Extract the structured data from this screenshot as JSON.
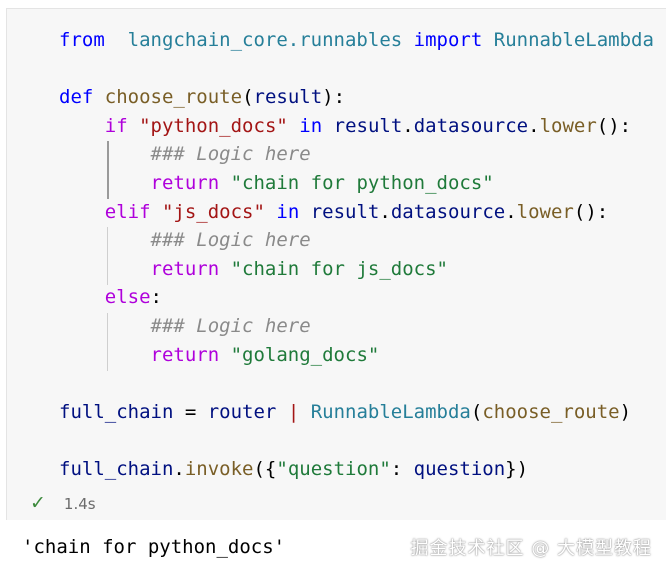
{
  "code": {
    "lines": [
      [
        [
          "kw",
          "from"
        ],
        [
          "",
          "  "
        ],
        [
          "cls",
          "langchain_core.runnables"
        ],
        [
          "",
          " "
        ],
        [
          "kw",
          "import"
        ],
        [
          "",
          " "
        ],
        [
          "cls",
          "RunnableLambda"
        ]
      ],
      [],
      [
        [
          "kw",
          "def"
        ],
        [
          "",
          " "
        ],
        [
          "fn",
          "choose_route"
        ],
        [
          "",
          "("
        ],
        [
          "var",
          "result"
        ],
        [
          "",
          "):"
        ]
      ],
      [
        [
          "",
          "    "
        ],
        [
          "kwp",
          "if"
        ],
        [
          "",
          " "
        ],
        [
          "str",
          "\"python_docs\""
        ],
        [
          "",
          " "
        ],
        [
          "kw",
          "in"
        ],
        [
          "",
          " "
        ],
        [
          "var",
          "result"
        ],
        [
          "",
          "."
        ],
        [
          "var",
          "datasource"
        ],
        [
          "",
          "."
        ],
        [
          "fn",
          "lower"
        ],
        [
          "",
          "():"
        ]
      ],
      [
        [
          "",
          "        "
        ],
        [
          "cmt",
          "### Logic here"
        ]
      ],
      [
        [
          "",
          "        "
        ],
        [
          "kwp",
          "return"
        ],
        [
          "",
          " "
        ],
        [
          "str2",
          "\"chain for python_docs\""
        ]
      ],
      [
        [
          "",
          "    "
        ],
        [
          "kwp",
          "elif"
        ],
        [
          "",
          " "
        ],
        [
          "str",
          "\"js_docs\""
        ],
        [
          "",
          " "
        ],
        [
          "kw",
          "in"
        ],
        [
          "",
          " "
        ],
        [
          "var",
          "result"
        ],
        [
          "",
          "."
        ],
        [
          "var",
          "datasource"
        ],
        [
          "",
          "."
        ],
        [
          "fn",
          "lower"
        ],
        [
          "",
          "():"
        ]
      ],
      [
        [
          "",
          "        "
        ],
        [
          "cmt",
          "### Logic here"
        ]
      ],
      [
        [
          "",
          "        "
        ],
        [
          "kwp",
          "return"
        ],
        [
          "",
          " "
        ],
        [
          "str2",
          "\"chain for js_docs\""
        ]
      ],
      [
        [
          "",
          "    "
        ],
        [
          "kwp",
          "else"
        ],
        [
          "",
          ":"
        ]
      ],
      [
        [
          "",
          "        "
        ],
        [
          "cmt",
          "### Logic here"
        ]
      ],
      [
        [
          "",
          "        "
        ],
        [
          "kwp",
          "return"
        ],
        [
          "",
          " "
        ],
        [
          "str2",
          "\"golang_docs\""
        ]
      ],
      [],
      [
        [
          "var",
          "full_chain"
        ],
        [
          "",
          " = "
        ],
        [
          "var",
          "router"
        ],
        [
          "",
          " "
        ],
        [
          "str",
          "|"
        ],
        [
          "",
          " "
        ],
        [
          "cls",
          "RunnableLambda"
        ],
        [
          "",
          "("
        ],
        [
          "fn",
          "choose_route"
        ],
        [
          "",
          ")"
        ]
      ],
      [],
      [
        [
          "var",
          "full_chain"
        ],
        [
          "",
          "."
        ],
        [
          "fn",
          "invoke"
        ],
        [
          "",
          "({"
        ],
        [
          "str2",
          "\"question\""
        ],
        [
          "",
          ": "
        ],
        [
          "var",
          "question"
        ],
        [
          "",
          "})"
        ]
      ]
    ]
  },
  "status": {
    "icon": "check-icon",
    "symbol": "✓",
    "duration": "1.4s",
    "color": "#3c8a3c"
  },
  "output": {
    "text": "'chain for python_docs'"
  },
  "watermark": {
    "text": "掘金技术社区 @ 大模型教程"
  }
}
